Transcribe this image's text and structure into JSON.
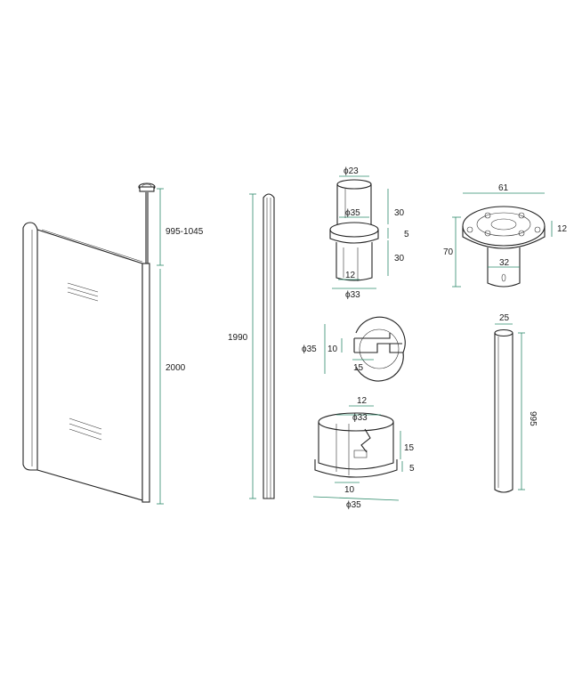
{
  "panel": {
    "height_label": "2000",
    "adjust_label": "995-1045"
  },
  "profile": {
    "height_label": "1990"
  },
  "connector": {
    "top_dia": "ϕ23",
    "inner_dia": "ϕ35",
    "upper_h": "30",
    "collar_h": "5",
    "lower_h": "30",
    "slot_w": "12",
    "bottom_dia": "ϕ33"
  },
  "section": {
    "dia": "ϕ35",
    "gap": "10",
    "depth": "15"
  },
  "base_cap": {
    "slot": "12",
    "top_dia": "ϕ33",
    "height": "15",
    "rim": "5",
    "notch": "10",
    "dia": "ϕ35"
  },
  "flange": {
    "width": "61",
    "thickness": "12",
    "height": "70",
    "stem_dia": "32"
  },
  "rod": {
    "dia": "25",
    "length": "995"
  },
  "colors": {
    "dimension": "#2e8b6b",
    "outline": "#222222"
  }
}
